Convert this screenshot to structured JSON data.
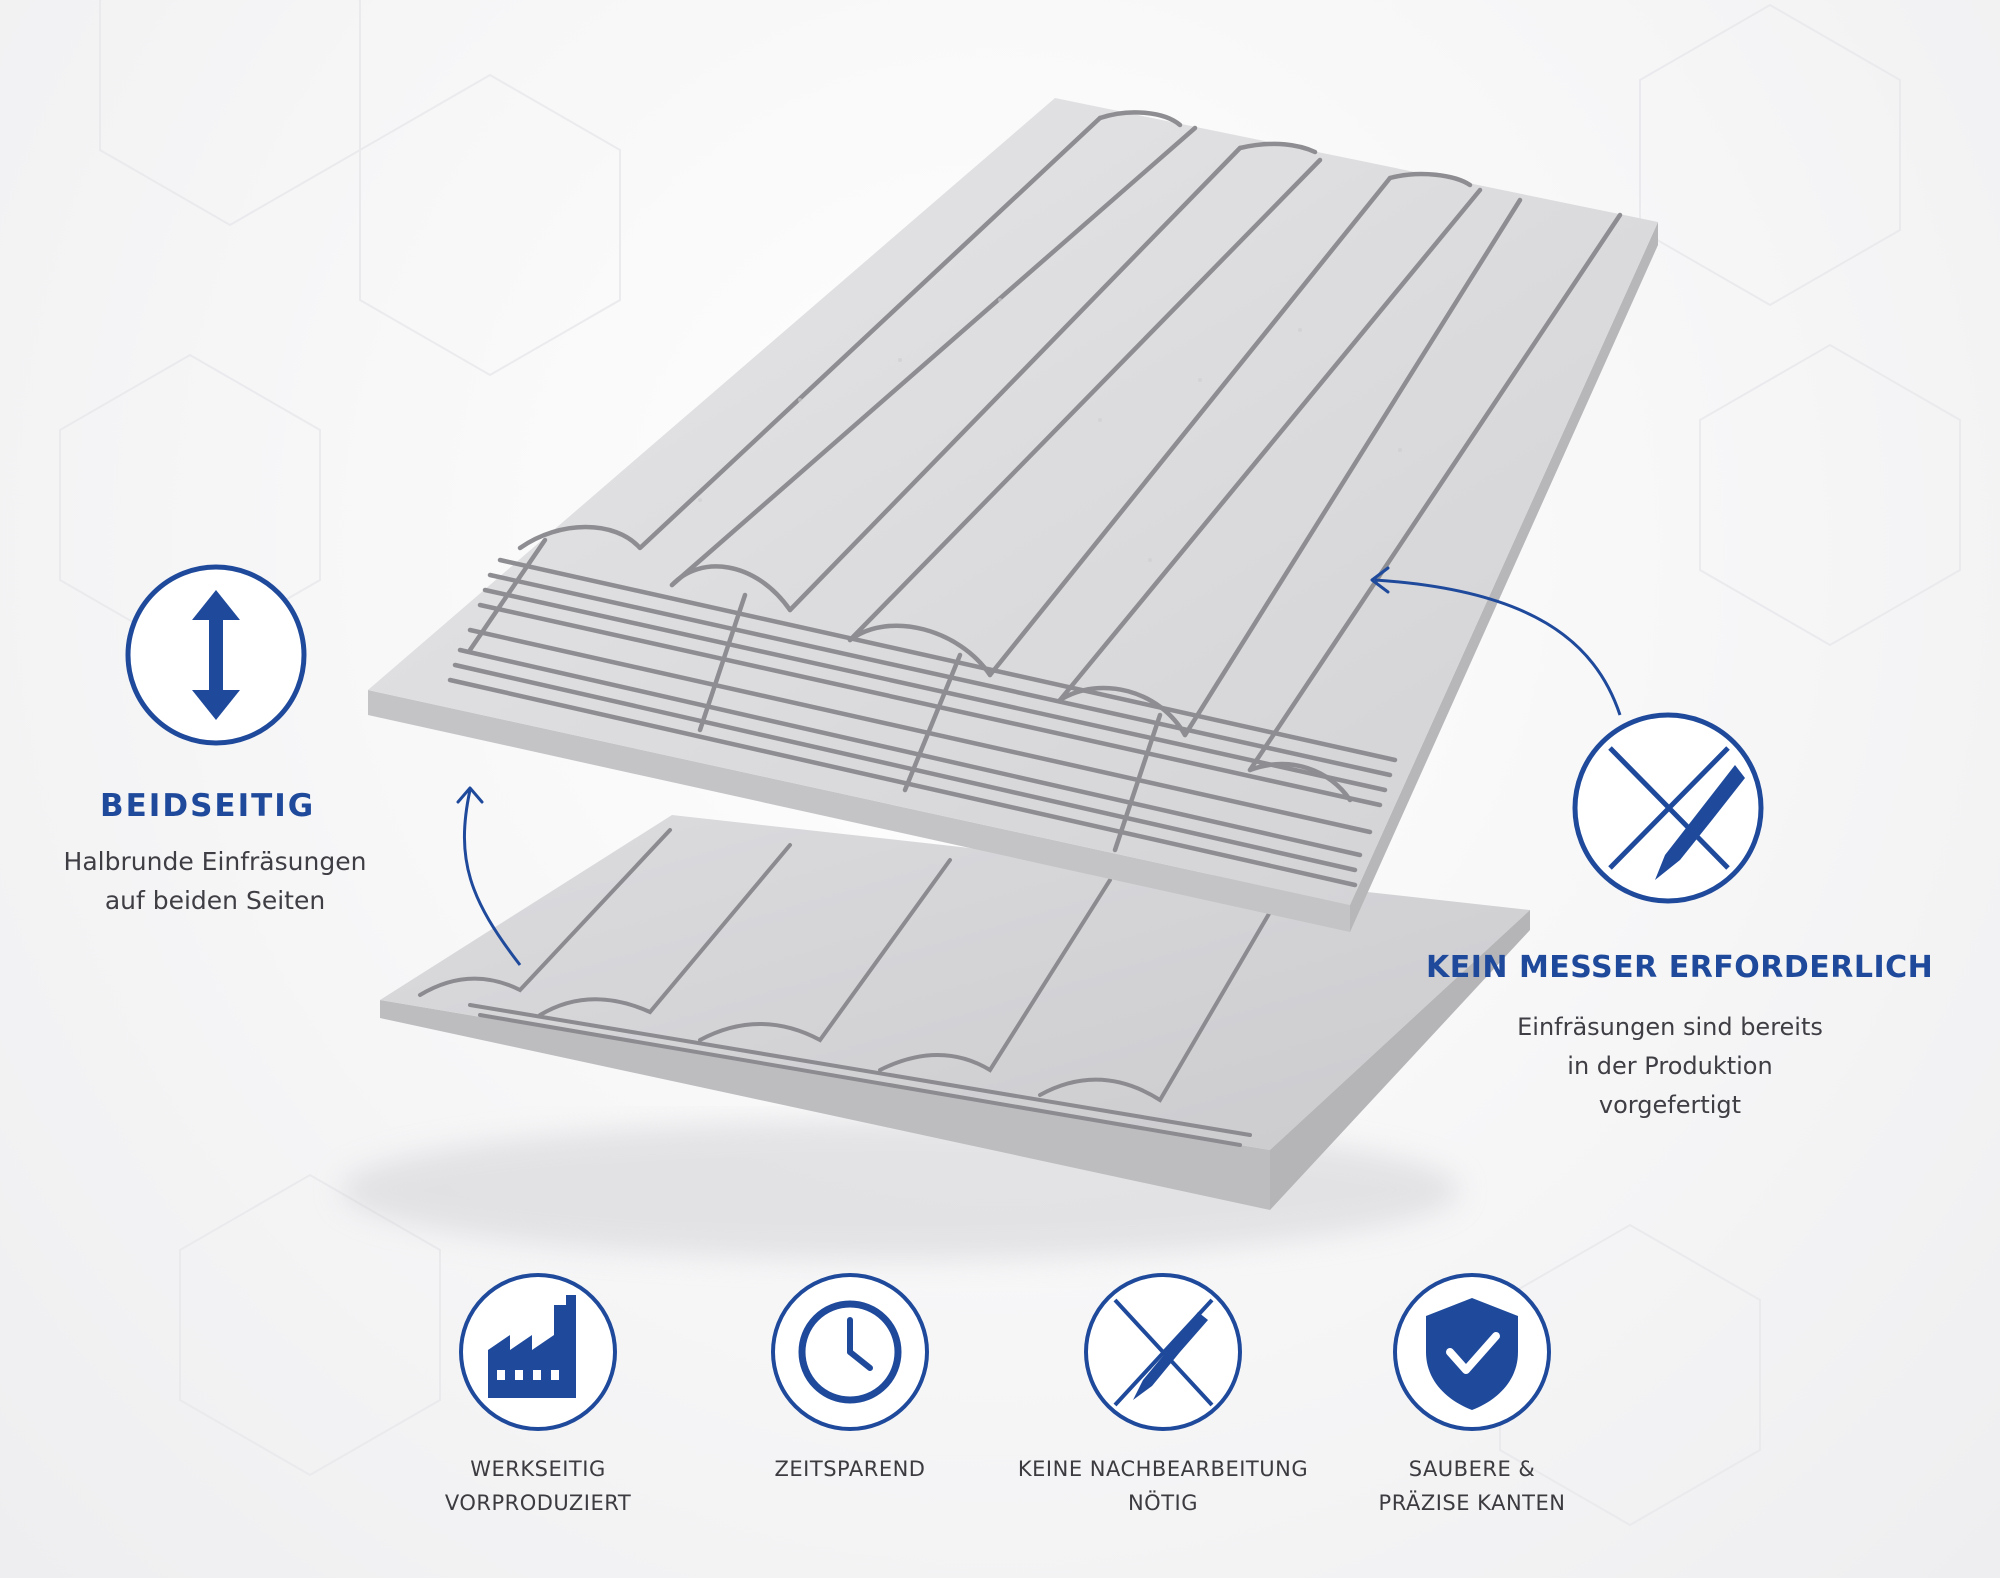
{
  "left_feature": {
    "title": "BEIDSEITIG",
    "line1": "Halbrunde Einfräsungen",
    "line2": "auf beiden Seiten",
    "icon": "vertical-double-arrow-icon"
  },
  "right_feature": {
    "title": "KEIN MESSER ERFORDERLICH",
    "line1": "Einfräsungen sind bereits",
    "line2": "in der Produktion",
    "line3": "vorgefertigt",
    "icon": "no-knife-icon"
  },
  "bottom_icons": [
    {
      "icon": "factory-icon",
      "line1": "WERKSEITIG",
      "line2": "VORPRODUZIERT"
    },
    {
      "icon": "clock-icon",
      "line1": "ZEITSPAREND",
      "line2": ""
    },
    {
      "icon": "no-knife-icon",
      "line1": "KEINE NACHBEARBEITUNG",
      "line2": "NÖTIG"
    },
    {
      "icon": "shield-check-icon",
      "line1": "SAUBERE &",
      "line2": "PRÄZISE KANTEN"
    }
  ],
  "colors": {
    "brand_blue": "#1f4a9c",
    "board_top": "#d9d9db",
    "board_edge": "#c2c2c4",
    "groove": "#8e8e92"
  }
}
